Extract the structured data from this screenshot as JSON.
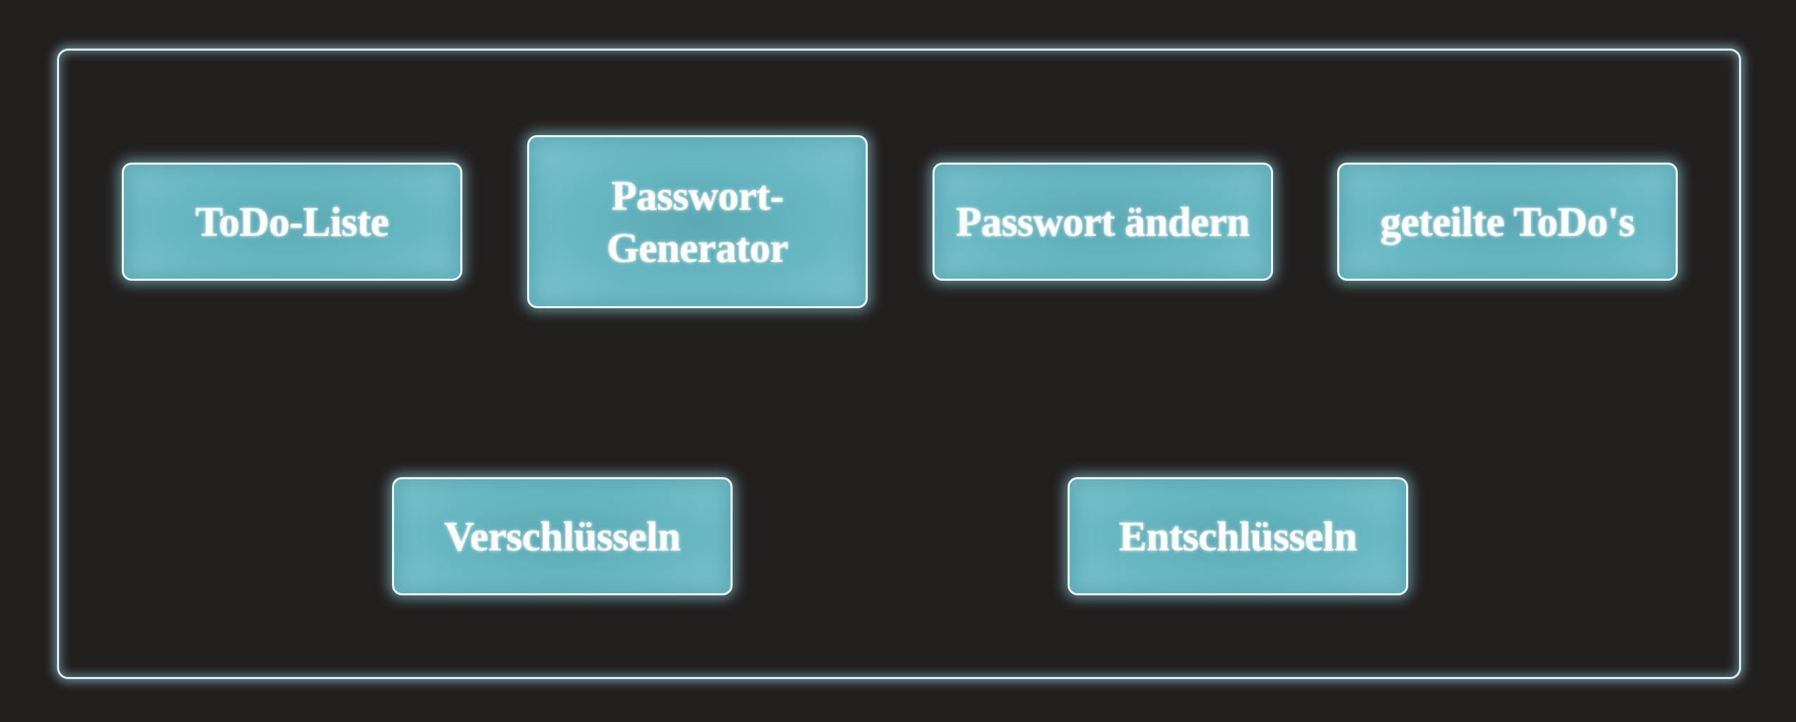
{
  "menu": {
    "buttons": {
      "todo_list": "ToDo-Liste",
      "password_generator_line1": "Passwort-",
      "password_generator_line2": "Generator",
      "change_password": "Passwort ändern",
      "shared_todos": "geteilte ToDo's",
      "encrypt": "Verschlüsseln",
      "decrypt": "Entschlüsseln"
    }
  },
  "colors": {
    "background": "#221f1f",
    "panel_border": "#d6eef3",
    "button_fill": "#67b8c3",
    "button_text": "#ffffff"
  }
}
